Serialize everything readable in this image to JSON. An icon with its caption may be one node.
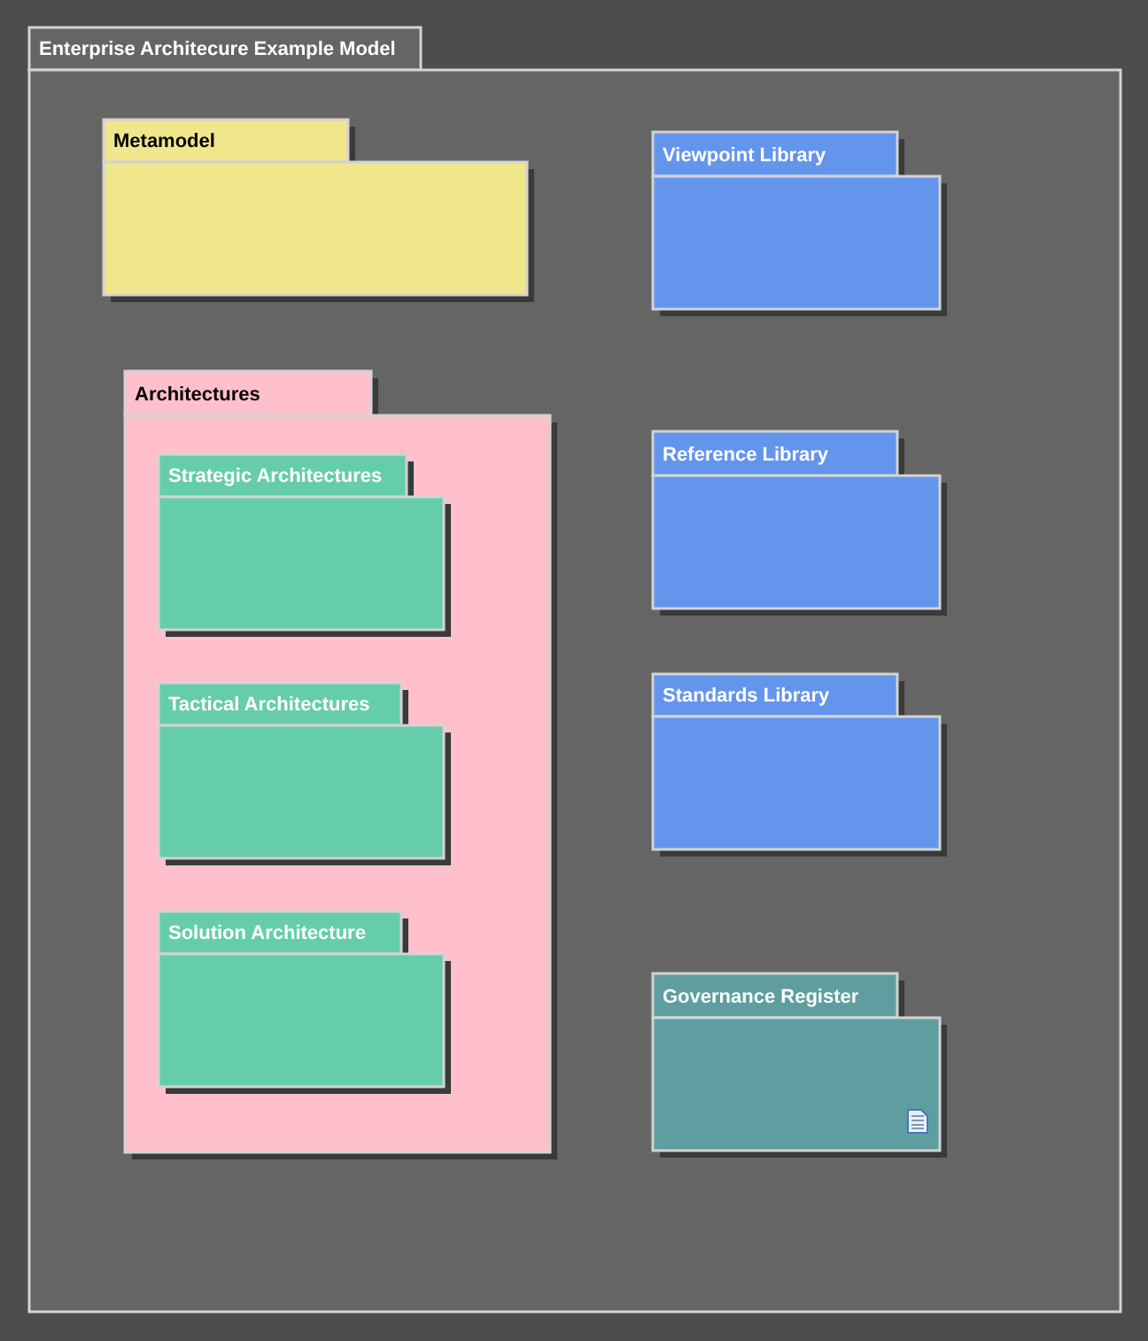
{
  "diagram": {
    "nodes": [
      {
        "text": [
          "Enterprise Architecure Example Model"
        ]
      },
      {
        "text": [
          "Metamodel"
        ],
        "in": 0
      },
      {
        "text": [
          "Architectures"
        ],
        "in": 0
      },
      {
        "text": [
          "Strategic Architectures"
        ],
        "in": 2
      },
      {
        "text": [
          "Tactical Architectures"
        ],
        "in": 2
      },
      {
        "text": [
          "Solution Architecture"
        ],
        "in": 2
      },
      {
        "text": [
          "Viewpoint Library"
        ],
        "in": 0
      },
      {
        "text": [
          "Reference Library"
        ],
        "in": 0
      },
      {
        "text": [
          "Standards Library"
        ],
        "in": 0
      },
      {
        "text": [
          "Governance Register"
        ],
        "in": 0
      }
    ]
  }
}
